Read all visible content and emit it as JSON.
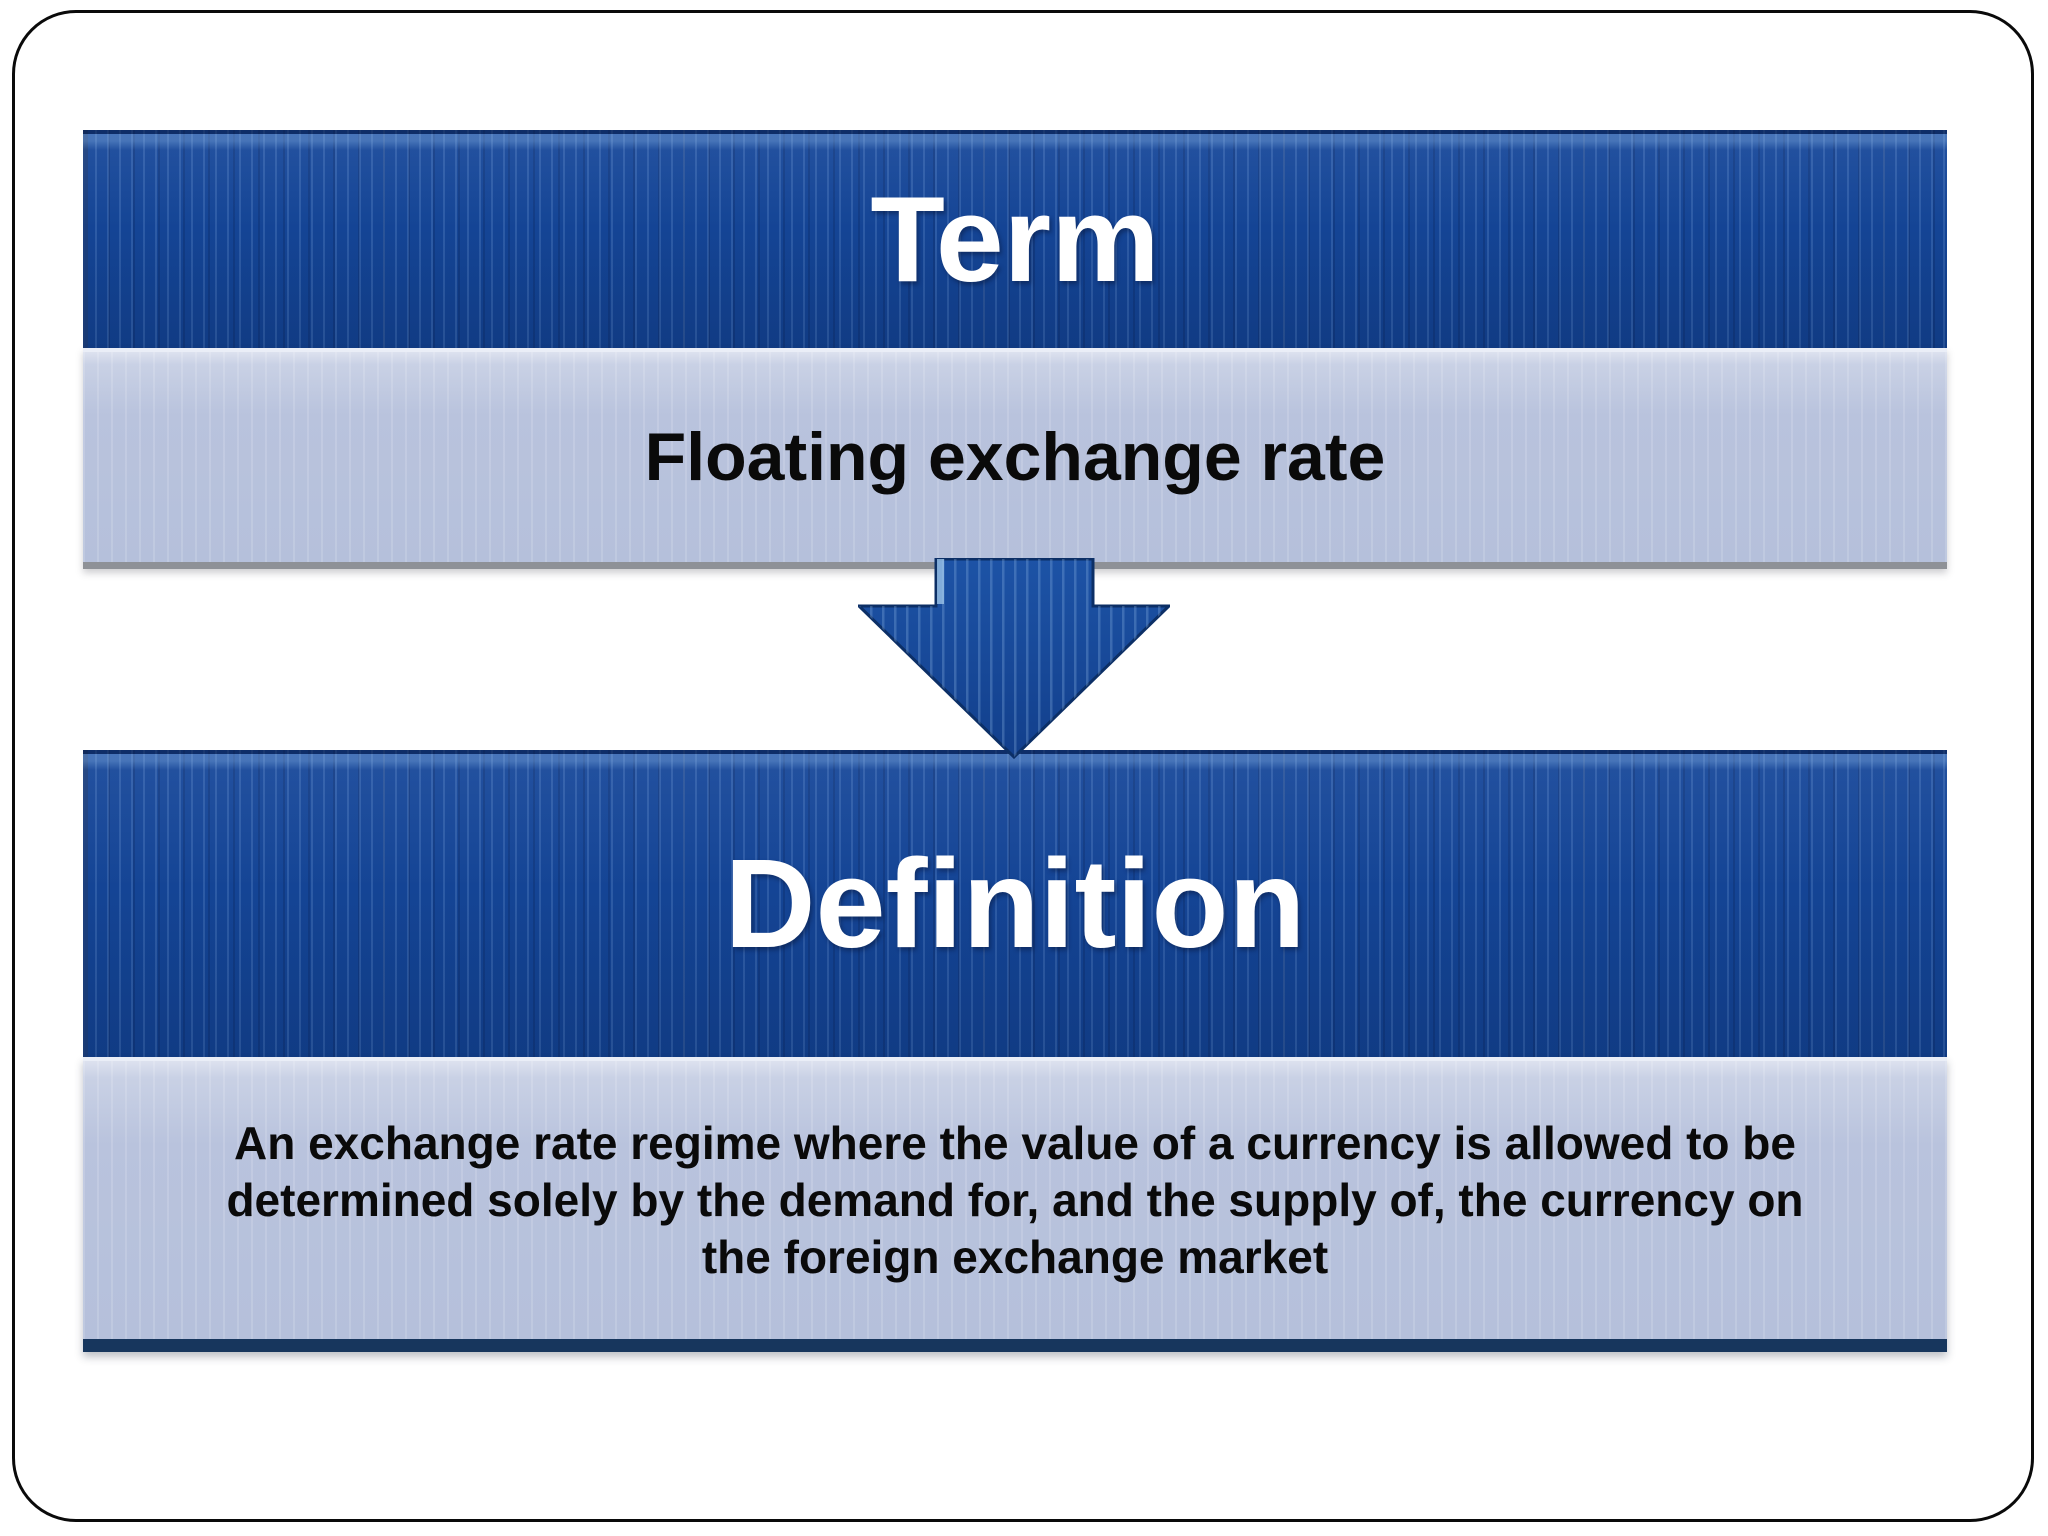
{
  "slide": {
    "term": {
      "header_label": "Term",
      "value": "Floating exchange rate"
    },
    "definition": {
      "header_label": "Definition",
      "text": "An exchange rate regime where the value of a currency is allowed to be determined solely by the demand for, and the supply of, the currency on the foreign exchange market",
      "lines": [
        "An exchange rate regime where the value of a currency is allowed to be",
        "determined solely by the demand for, and the supply of, the currency on",
        "the foreign exchange market"
      ]
    },
    "arrow": {
      "direction": "down"
    },
    "colors": {
      "header_blue": "#12418F",
      "body_light": "#B9C3DD",
      "term_body_bottom_border": "#8E9197",
      "definition_body_bottom_border": "#17365D",
      "frame_border": "#0A0A0A",
      "arrow_fill": "#16479A",
      "arrow_outline": "#0C2F66",
      "title_text": "#FFFFFF",
      "body_text": "#0A0A0A",
      "background": "#FFFFFF"
    }
  }
}
